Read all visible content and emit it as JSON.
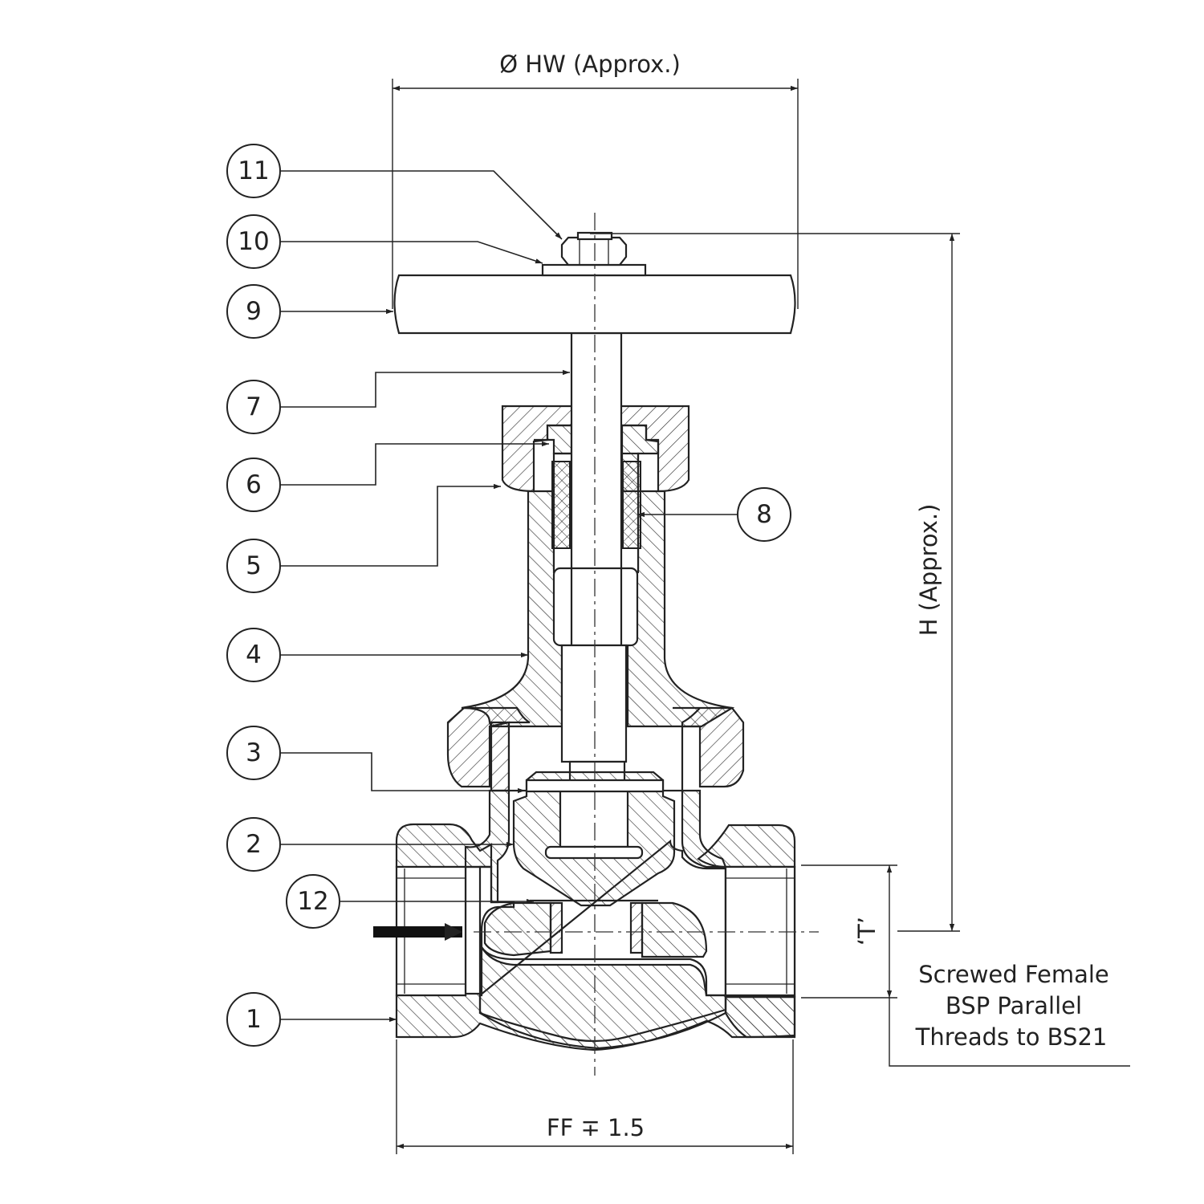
{
  "dimensions": {
    "handwheel_diameter": "Ø HW (Approx.)",
    "height": "H (Approx.)",
    "face_to_face": "FF ∓ 1.5",
    "thread": "‘T’"
  },
  "thread_note": {
    "line1": "Screwed Female",
    "line2": "BSP Parallel",
    "line3": "Threads to BS21"
  },
  "balloons": [
    {
      "id": "balloon-1",
      "label": "1"
    },
    {
      "id": "balloon-2",
      "label": "2"
    },
    {
      "id": "balloon-3",
      "label": "3"
    },
    {
      "id": "balloon-4",
      "label": "4"
    },
    {
      "id": "balloon-5",
      "label": "5"
    },
    {
      "id": "balloon-6",
      "label": "6"
    },
    {
      "id": "balloon-7",
      "label": "7"
    },
    {
      "id": "balloon-8",
      "label": "8"
    },
    {
      "id": "balloon-9",
      "label": "9"
    },
    {
      "id": "balloon-10",
      "label": "10"
    },
    {
      "id": "balloon-11",
      "label": "11"
    },
    {
      "id": "balloon-12",
      "label": "12"
    }
  ]
}
